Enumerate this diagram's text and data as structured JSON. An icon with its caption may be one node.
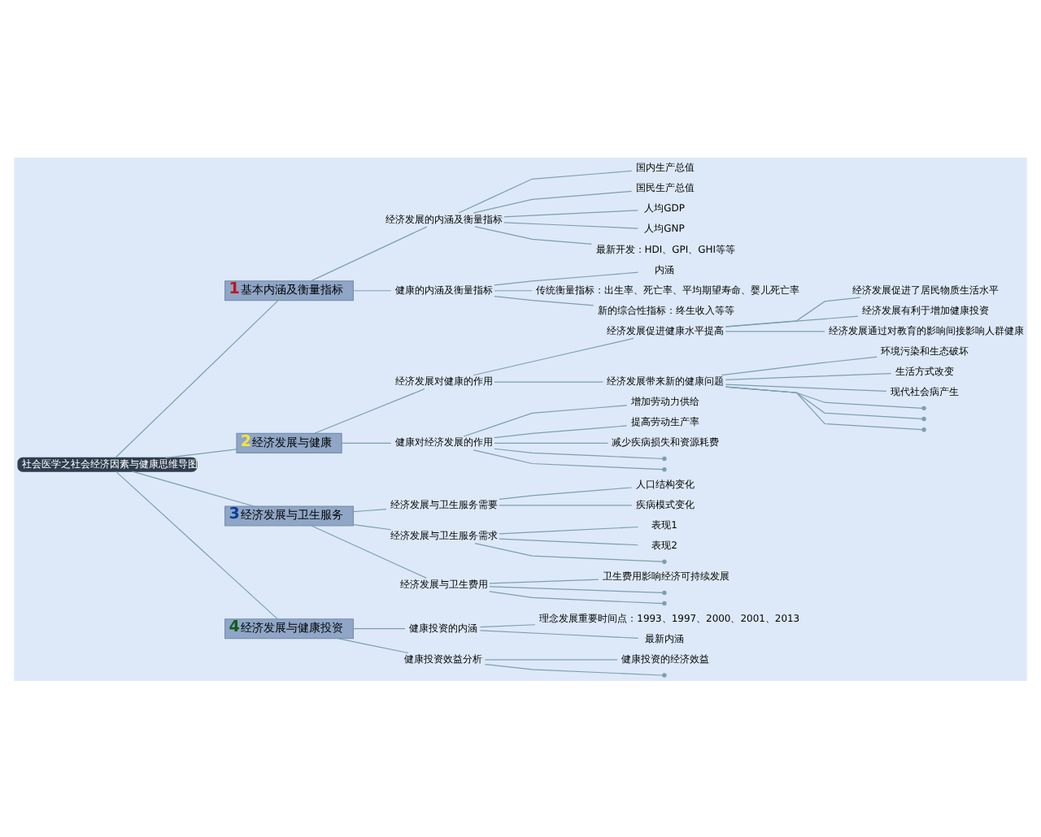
{
  "diagram": {
    "nodes": [
      {
        "text": [
          "社会医学之社会经济因素与健康思维导图"
        ]
      },
      {
        "text": [
          "1",
          "基本内涵及衡量指标"
        ]
      },
      {
        "text": [
          "经济发展的内涵及衡量指标"
        ]
      },
      {
        "text": [
          "国内生产总值"
        ]
      },
      {
        "text": [
          "国民生产总值"
        ]
      },
      {
        "text": [
          "人均GDP"
        ]
      },
      {
        "text": [
          "人均GNP"
        ]
      },
      {
        "text": [
          "最新开发：HDI、GPI、GHI等等"
        ]
      },
      {
        "text": [
          "健康的内涵及衡量指标"
        ]
      },
      {
        "text": [
          "内涵"
        ]
      },
      {
        "text": [
          "传统衡量指标：出生率、死亡率、平均期望寿命、婴儿死亡率"
        ]
      },
      {
        "text": [
          "新的综合性指标：终生收入等等"
        ]
      },
      {
        "text": [
          "2",
          "经济发展与健康"
        ]
      },
      {
        "text": [
          "经济发展对健康的作用"
        ]
      },
      {
        "text": [
          "经济发展促进健康水平提高"
        ]
      },
      {
        "text": [
          "经济发展促进了居民物质生活水平"
        ]
      },
      {
        "text": [
          "经济发展有利于增加健康投资"
        ]
      },
      {
        "text": [
          "经济发展通过对教育的影响间接影响人群健康"
        ]
      },
      {
        "text": [
          "经济发展带来新的健康问题"
        ]
      },
      {
        "text": [
          "环境污染和生态破坏"
        ]
      },
      {
        "text": [
          "生活方式改变"
        ]
      },
      {
        "text": [
          "现代社会病产生"
        ]
      },
      {
        "text": [],
        "shape": "point"
      },
      {
        "text": [],
        "shape": "point"
      },
      {
        "text": [],
        "shape": "point"
      },
      {
        "text": [
          "健康对经济发展的作用"
        ]
      },
      {
        "text": [
          "增加劳动力供给"
        ]
      },
      {
        "text": [
          "提高劳动生产率"
        ]
      },
      {
        "text": [
          "减少疾病损失和资源耗费"
        ]
      },
      {
        "text": [],
        "shape": "point"
      },
      {
        "text": [],
        "shape": "point"
      },
      {
        "text": [
          "3",
          "经济发展与卫生服务"
        ]
      },
      {
        "text": [
          "经济发展与卫生服务需要"
        ]
      },
      {
        "text": [
          "人口结构变化"
        ]
      },
      {
        "text": [
          "疾病模式变化"
        ]
      },
      {
        "text": [
          "经济发展与卫生服务需求"
        ]
      },
      {
        "text": [
          "表现1"
        ]
      },
      {
        "text": [
          "表现2"
        ]
      },
      {
        "text": [],
        "shape": "point"
      },
      {
        "text": [
          "经济发展与卫生费用"
        ]
      },
      {
        "text": [
          "卫生费用影响经济可持续发展"
        ]
      },
      {
        "text": [],
        "shape": "point"
      },
      {
        "text": [],
        "shape": "point"
      },
      {
        "text": [
          "4",
          "经济发展与健康投资"
        ]
      },
      {
        "text": [
          "健康投资的内涵"
        ]
      },
      {
        "text": [
          "理念发展重要时间点：1993、1997、2000、2001、2013"
        ]
      },
      {
        "text": [
          "最新内涵"
        ]
      },
      {
        "text": [
          "健康投资效益分析"
        ]
      },
      {
        "text": [
          "健康投资的经济效益"
        ]
      },
      {
        "text": [],
        "shape": "point"
      }
    ],
    "edges": [
      {
        "from": 0,
        "to": 1,
        "arrow": "none"
      },
      {
        "from": 1,
        "to": 2,
        "arrow": "none"
      },
      {
        "from": 2,
        "to": 3,
        "arrow": "none"
      },
      {
        "from": 2,
        "to": 4,
        "arrow": "none"
      },
      {
        "from": 2,
        "to": 5,
        "arrow": "none"
      },
      {
        "from": 2,
        "to": 6,
        "arrow": "none"
      },
      {
        "from": 2,
        "to": 7,
        "arrow": "none"
      },
      {
        "from": 1,
        "to": 8,
        "arrow": "none"
      },
      {
        "from": 8,
        "to": 9,
        "arrow": "none"
      },
      {
        "from": 8,
        "to": 10,
        "arrow": "none"
      },
      {
        "from": 8,
        "to": 11,
        "arrow": "none"
      },
      {
        "from": 0,
        "to": 12,
        "arrow": "none"
      },
      {
        "from": 12,
        "to": 13,
        "arrow": "none"
      },
      {
        "from": 13,
        "to": 14,
        "arrow": "none"
      },
      {
        "from": 14,
        "to": 15,
        "arrow": "none"
      },
      {
        "from": 14,
        "to": 16,
        "arrow": "none"
      },
      {
        "from": 14,
        "to": 17,
        "arrow": "none"
      },
      {
        "from": 13,
        "to": 18,
        "arrow": "none"
      },
      {
        "from": 18,
        "to": 19,
        "arrow": "none"
      },
      {
        "from": 18,
        "to": 20,
        "arrow": "none"
      },
      {
        "from": 18,
        "to": 21,
        "arrow": "none"
      },
      {
        "from": 18,
        "to": 22,
        "arrow": "none"
      },
      {
        "from": 18,
        "to": 23,
        "arrow": "none"
      },
      {
        "from": 18,
        "to": 24,
        "arrow": "none"
      },
      {
        "from": 12,
        "to": 25,
        "arrow": "none"
      },
      {
        "from": 25,
        "to": 26,
        "arrow": "none"
      },
      {
        "from": 25,
        "to": 27,
        "arrow": "none"
      },
      {
        "from": 25,
        "to": 28,
        "arrow": "none"
      },
      {
        "from": 25,
        "to": 29,
        "arrow": "none"
      },
      {
        "from": 25,
        "to": 30,
        "arrow": "none"
      },
      {
        "from": 0,
        "to": 31,
        "arrow": "none"
      },
      {
        "from": 31,
        "to": 32,
        "arrow": "none"
      },
      {
        "from": 32,
        "to": 33,
        "arrow": "none"
      },
      {
        "from": 32,
        "to": 34,
        "arrow": "none"
      },
      {
        "from": 31,
        "to": 35,
        "arrow": "none"
      },
      {
        "from": 35,
        "to": 36,
        "arrow": "none"
      },
      {
        "from": 35,
        "to": 37,
        "arrow": "none"
      },
      {
        "from": 35,
        "to": 38,
        "arrow": "none"
      },
      {
        "from": 31,
        "to": 39,
        "arrow": "none"
      },
      {
        "from": 39,
        "to": 40,
        "arrow": "none"
      },
      {
        "from": 39,
        "to": 41,
        "arrow": "none"
      },
      {
        "from": 39,
        "to": 42,
        "arrow": "none"
      },
      {
        "from": 0,
        "to": 43,
        "arrow": "none"
      },
      {
        "from": 43,
        "to": 44,
        "arrow": "none"
      },
      {
        "from": 44,
        "to": 45,
        "arrow": "none"
      },
      {
        "from": 44,
        "to": 46,
        "arrow": "none"
      },
      {
        "from": 43,
        "to": 47,
        "arrow": "none"
      },
      {
        "from": 47,
        "to": 48,
        "arrow": "none"
      },
      {
        "from": 47,
        "to": 49,
        "arrow": "none"
      }
    ]
  }
}
